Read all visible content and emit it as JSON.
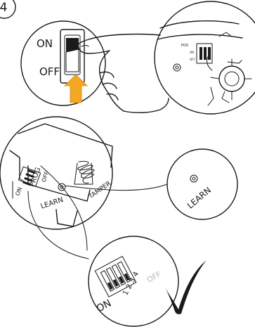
{
  "step": {
    "number": "4"
  },
  "switch_panel": {
    "on_label": "ON",
    "off_label": "OFF"
  },
  "device_view": {
    "pos_label": "POS",
    "on_label": "ON",
    "off_label": "OFF"
  },
  "board": {
    "prog_label": "PROG",
    "on_label": "ON",
    "off_label": "OFF",
    "learn_label": "LEARN",
    "tamper_label": "TAMPER"
  },
  "learn_callout": {
    "learn_label": "LEARN"
  },
  "dip_callout": {
    "on_label": "ON",
    "off_label": "OFF",
    "numbers": [
      "1",
      "2",
      "3",
      "4"
    ]
  },
  "colors": {
    "arrow": "#f5a623",
    "ink": "#1a1a1a",
    "muted": "#b8b8b8"
  },
  "icons": [
    "arrow-up-icon",
    "hand-icon",
    "checkmark-icon",
    "spring-icon"
  ]
}
